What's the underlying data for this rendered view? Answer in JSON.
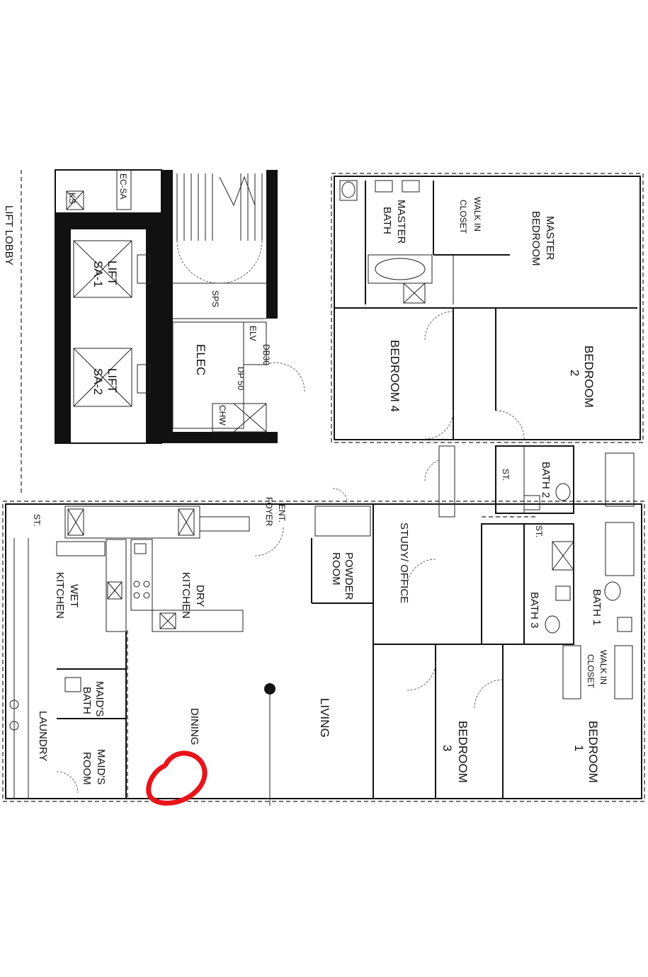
{
  "labels": {
    "lift_lobby": "LIFT LOBBY",
    "ec_sa": "EC-SA",
    "ks": "KS",
    "lift_sa1_a": "LIFT",
    "lift_sa1_b": "SA-1",
    "lift_sa2_a": "LIFT",
    "lift_sa2_b": "SA-2",
    "sps": "SPS",
    "elec": "ELEC",
    "elv": "ELV",
    "db30": "DB30",
    "dp50": "DP 50",
    "chw": "CHW",
    "master_bedroom_a": "MASTER",
    "master_bedroom_b": "BEDROOM",
    "walk_in_closet_a": "WALK IN",
    "walk_in_closet_b": "CLOSET",
    "master_bath_a": "MASTER",
    "master_bath_b": "BATH",
    "bedroom4": "BEDROOM 4",
    "bedroom2_a": "BEDROOM",
    "bedroom2_b": "2",
    "st_1": "ST.",
    "st_2": "ST.",
    "st_3": "ST.",
    "bath2": "BATH 2",
    "bath1": "BATH 1",
    "bath3": "BATH 3",
    "walk_in_closet2_a": "WALK IN",
    "walk_in_closet2_b": "CLOSET",
    "study_office": "STUDY/ OFFICE",
    "powder_room_a": "POWDER",
    "powder_room_b": "ROOM",
    "ent_foyer_a": "ENT.",
    "ent_foyer_b": "FOYER",
    "dry_kitchen_a": "DRY",
    "dry_kitchen_b": "KITCHEN",
    "wet_kitchen_a": "WET",
    "wet_kitchen_b": "KITCHEN",
    "dining": "DINING",
    "living": "LIVING",
    "bedroom3_a": "BEDROOM",
    "bedroom3_b": "3",
    "bedroom1_a": "BEDROOM",
    "bedroom1_b": "1",
    "maids_bath_a": "MAID'S",
    "maids_bath_b": "BATH",
    "maids_room_a": "MAID'S",
    "maids_room_b": "ROOM",
    "laundry": "LAUNDRY"
  },
  "colors": {
    "line": "#111111",
    "annotation": "#e8141b",
    "background": "#ffffff"
  }
}
